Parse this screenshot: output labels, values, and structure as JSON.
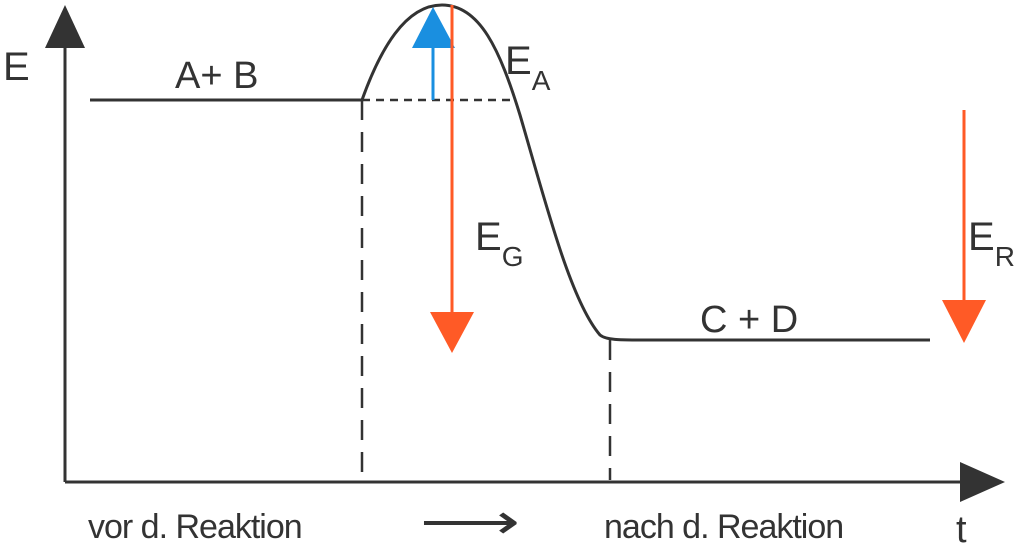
{
  "axes": {
    "y_label": "E",
    "x_label": "t"
  },
  "labels": {
    "reactants": "A+ B",
    "products": "C + D",
    "activation_energy": {
      "main": "E",
      "sub": "A"
    },
    "total_energy": {
      "main": "E",
      "sub": "G"
    },
    "reaction_energy": {
      "main": "E",
      "sub": "R"
    },
    "before": "vor d. Reaktion",
    "arrow": "⟶",
    "after": "nach d. Reaktion"
  },
  "colors": {
    "line": "#333333",
    "activation": "#1a8fe0",
    "energy": "#ff5a26"
  }
}
